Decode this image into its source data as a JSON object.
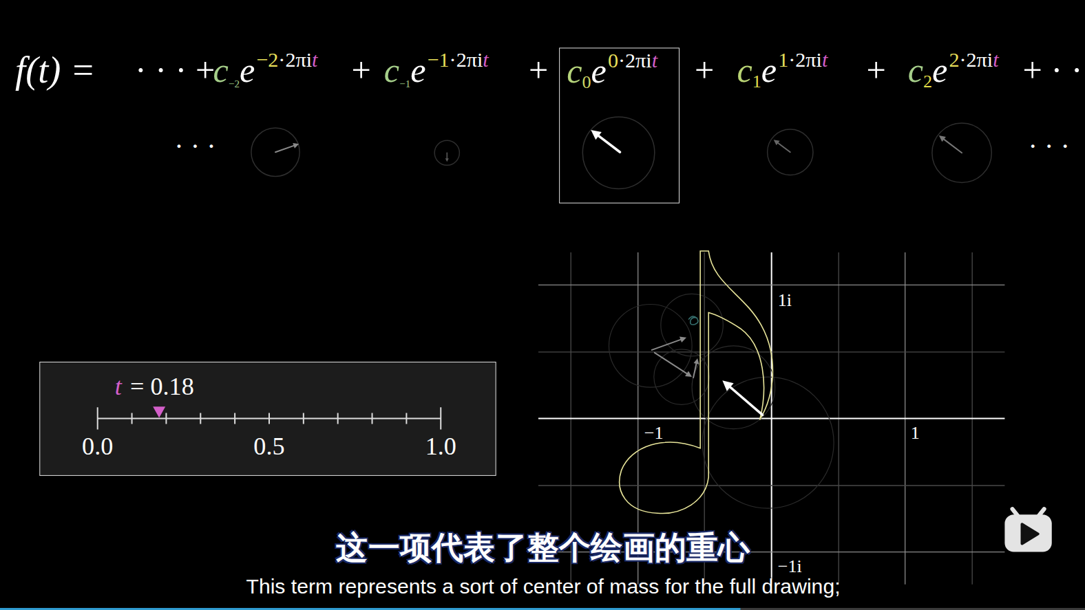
{
  "diagram": {
    "nodes": [
      {
        "text": [
          "c",
          "0",
          "e",
          "0",
          "·2πi",
          "t"
        ]
      },
      {
        "text": [
          "t",
          "= 0.18",
          "0.0",
          "0.5",
          "1.0"
        ]
      }
    ],
    "labels": [
      "f(t) =",
      "· · · +",
      "c",
      "−2",
      "e",
      "−2",
      "·2πi",
      "t",
      "+",
      "c",
      "−1",
      "e",
      "−1",
      "·2πi",
      "t",
      "+",
      "+",
      "c",
      "1",
      "e",
      "1",
      "·2πi",
      "t",
      "+",
      "c",
      "2",
      "e",
      "2",
      "·2πi",
      "t",
      "+ · ·",
      "· · ·",
      "· · ·",
      "1i",
      "−1",
      "1",
      "−1i",
      "这一项代表了整个绘画的重心",
      "This term represents a sort of center of mass for the full drawing;"
    ]
  }
}
